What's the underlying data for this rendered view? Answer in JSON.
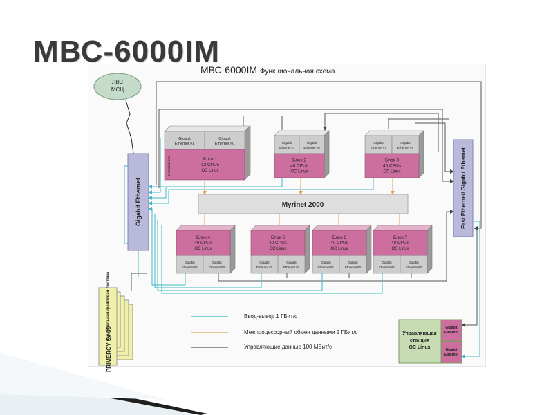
{
  "slide": {
    "title": "МВС-6000IM"
  },
  "figure": {
    "title": "МВС-6000IM",
    "subtitle": "Функциональная схема"
  },
  "nodes": {
    "lan": {
      "line1": "ЛВС",
      "line2": "МСЦ"
    },
    "gigabit_bus": "Gigabit Ethernet",
    "fast_bus": "Fast Ethernet/ Gigabit Ethernet",
    "myrinet": "Myrinet 2000",
    "side_note": "2 Head nodes",
    "storage": {
      "text1": "параллельная файловая система",
      "text2": "PRIMERGY Sx-30"
    },
    "station": {
      "line1": "Управляющая",
      "line2": "станция",
      "line3": "ОС Linux",
      "eth": "Gigabit Ethernet"
    }
  },
  "blocks": [
    {
      "name": "Блок 1",
      "cpus": "12 CPUs",
      "os": "ОС Linux",
      "eth_a": "Gigabit Ethernet #1",
      "eth_b": "Gigabit Ethernet #0"
    },
    {
      "name": "Блок 2",
      "cpus": "40 CPUs",
      "os": "ОС Linux",
      "eth_a": "Gigabit Ethernet #1",
      "eth_b": "Gigabit Ethernet #0"
    },
    {
      "name": "Блок 3",
      "cpus": "40 CPUs",
      "os": "ОС Linux",
      "eth_a": "Gigabit Ethernet #1",
      "eth_b": "Gigabit Ethernet #0"
    },
    {
      "name": "Блок 4",
      "cpus": "40 CPUs",
      "os": "ОС Linux",
      "eth_a": "Gigabit Ethernet #1",
      "eth_b": "Gigabit Ethernet #0"
    },
    {
      "name": "Блок 5",
      "cpus": "40 CPUs",
      "os": "ОС Linux",
      "eth_a": "Gigabit Ethernet #1",
      "eth_b": "Gigabit Ethernet #0"
    },
    {
      "name": "Блок 6",
      "cpus": "40 CPUs",
      "os": "ОС Linux",
      "eth_a": "Gigabit Ethernet #1",
      "eth_b": "Gigabit Ethernet #0"
    },
    {
      "name": "Блок 7",
      "cpus": "40 CPUs",
      "os": "ОС Linux",
      "eth_a": "Gigabit Ethernet #1",
      "eth_b": "Gigabit Ethernet #0"
    }
  ],
  "legend": [
    {
      "label": "Ввод-вывод 1 ГБит/с",
      "color": "#3fb8c8"
    },
    {
      "label": "Межпроцессорный обмен данными 2 ГБит/с",
      "color": "#e0a060"
    },
    {
      "label": "Управляющие данные 100 МБит/с",
      "color": "#555555"
    }
  ],
  "colors": {
    "cpu": "#cc6f9e",
    "cpu_top": "#e3b3cb",
    "eth": "#cdcdcd",
    "eth_top": "#e6e6e6",
    "bus": "#b9b9dc",
    "lan": "#c6dccb",
    "storage": "#f0f0a8",
    "station": "#c8dcb4",
    "myrinet": "#dedede"
  }
}
